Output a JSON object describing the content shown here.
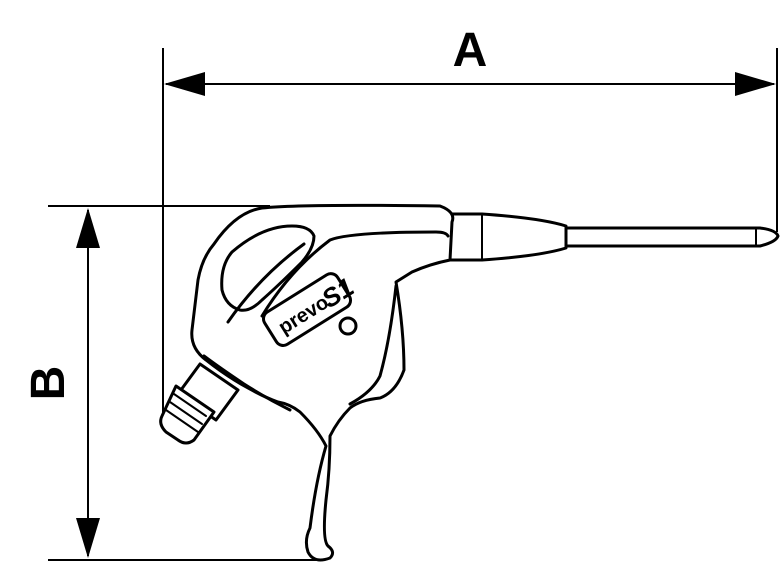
{
  "dimensions": {
    "a_label": "A",
    "b_label": "B"
  },
  "tool": {
    "brand_text": "prevo",
    "brand_logo_text": "S1"
  },
  "colors": {
    "line": "#000000",
    "background": "#ffffff"
  }
}
